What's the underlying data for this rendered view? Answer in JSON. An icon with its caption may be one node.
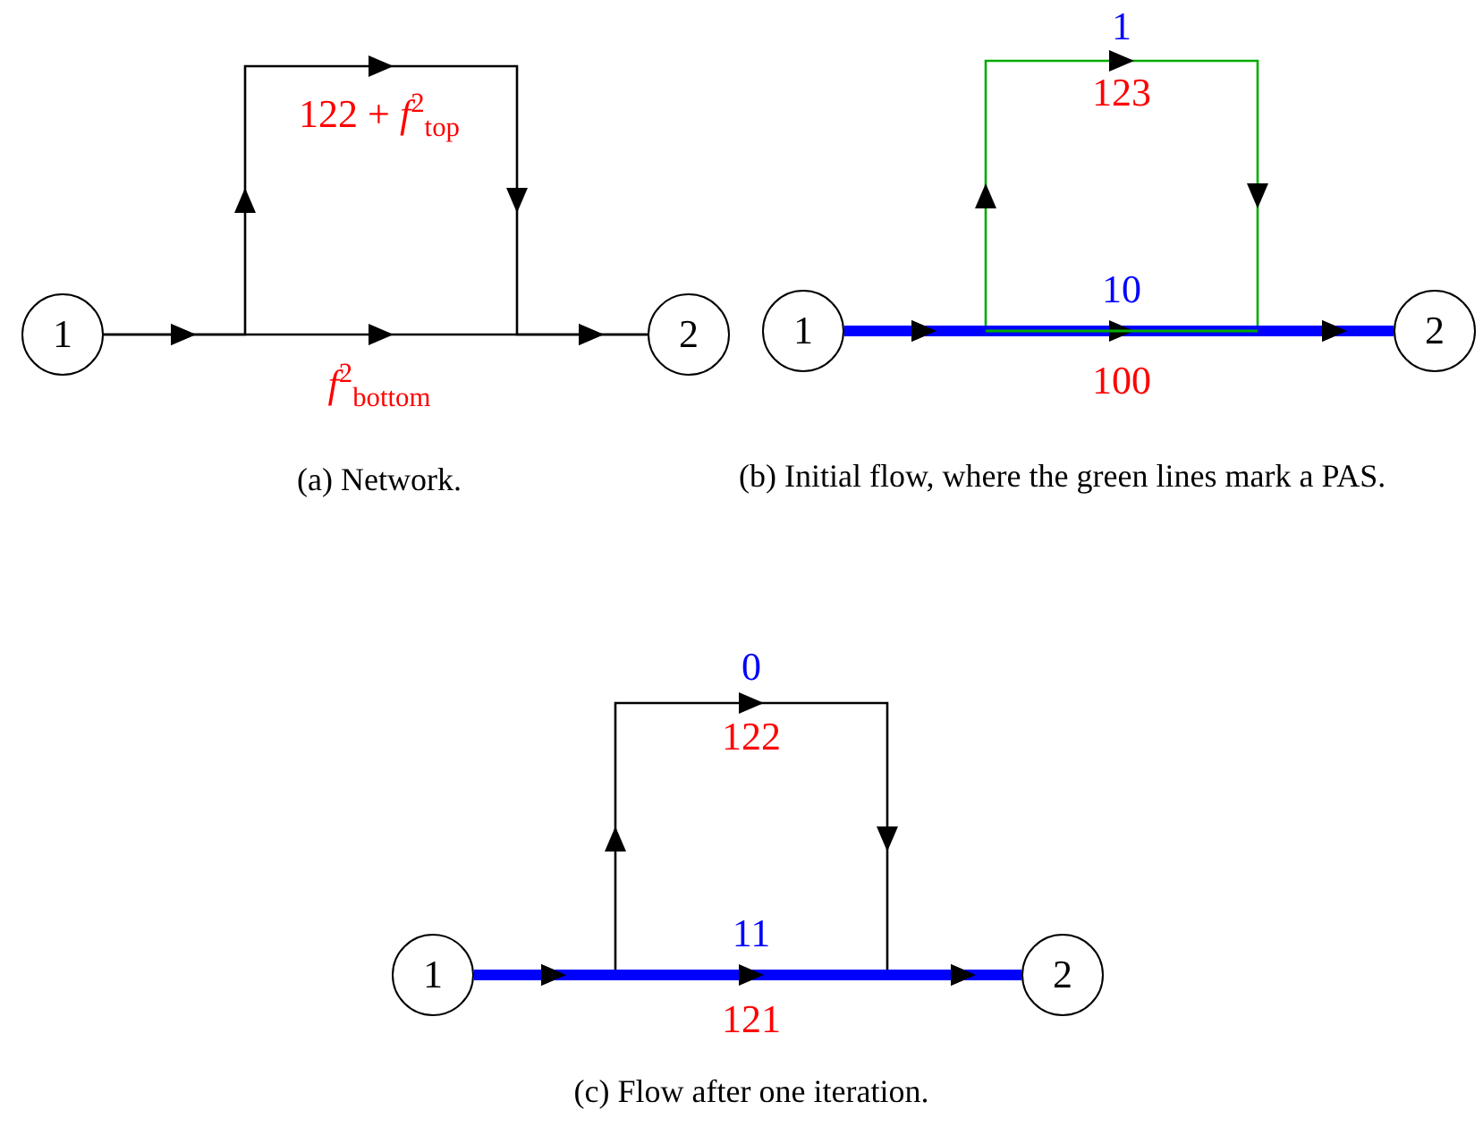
{
  "diagram": {
    "nodes": [
      {
        "text": [
          "1"
        ]
      },
      {
        "text": [
          "2"
        ]
      },
      {
        "text": [
          "1"
        ]
      },
      {
        "text": [
          "2"
        ]
      },
      {
        "text": [
          "1"
        ]
      },
      {
        "text": [
          "2"
        ]
      }
    ],
    "edges": [
      {
        "from": 0,
        "to": 1,
        "arrow": "to",
        "label": "*f*$^{2}$$_{bottom}$"
      },
      {
        "from": 0,
        "to": 1,
        "arrow": "to",
        "label": "122 + *f*$^{2}$$_{top}$"
      },
      {
        "from": 2,
        "to": 3,
        "arrow": "to",
        "label": "100",
        "style": "thick",
        "color": "#0000ff"
      },
      {
        "from": 2,
        "to": 3,
        "arrow": "to",
        "label": "123",
        "color": "#00aa00"
      },
      {
        "from": 4,
        "to": 5,
        "arrow": "to",
        "label": "121",
        "style": "thick",
        "color": "#0000ff"
      },
      {
        "from": 4,
        "to": 5,
        "arrow": "to",
        "label": "122"
      }
    ],
    "labels": [
      "(a) Network.",
      "1",
      "10",
      "(b) Initial flow, where the green lines mark a PAS.",
      "0",
      "11",
      "(c) Flow after one iteration."
    ]
  }
}
